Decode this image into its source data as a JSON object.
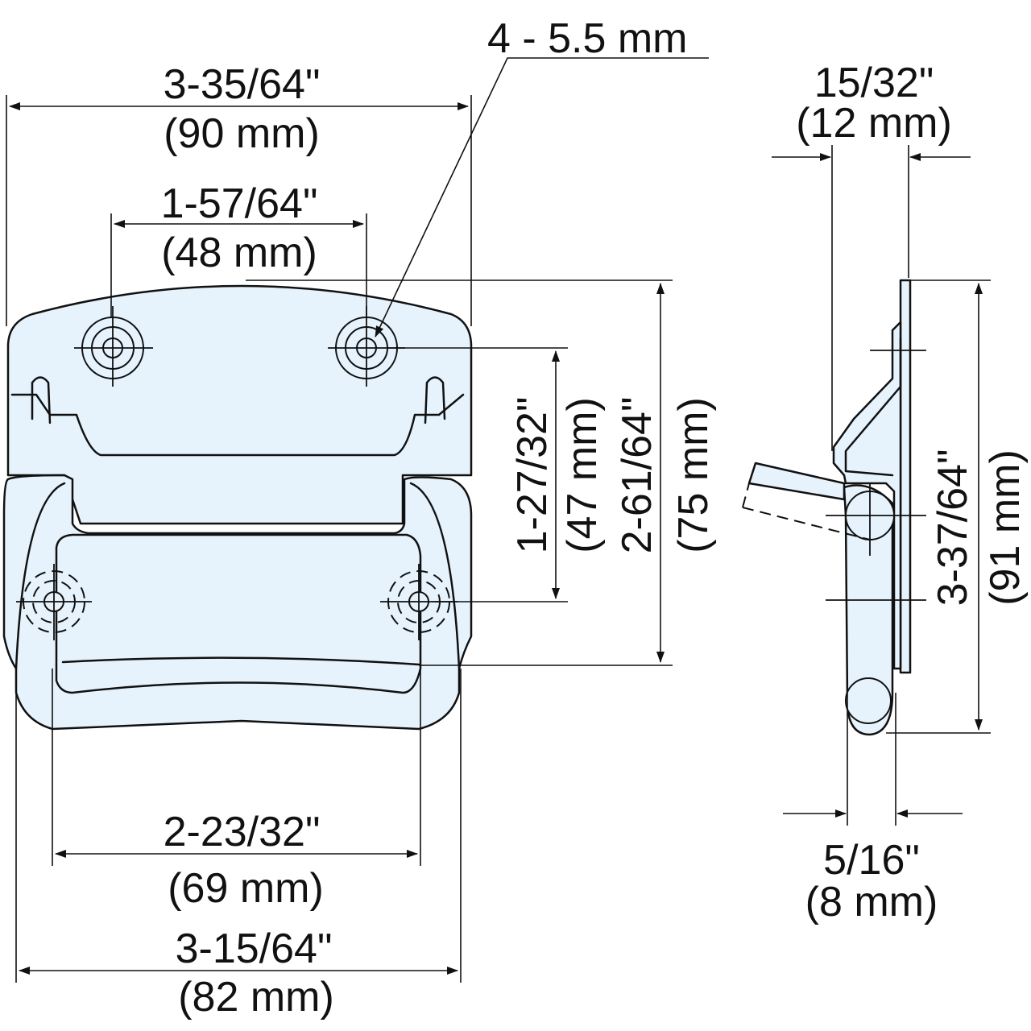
{
  "dimensions": {
    "hole_callout": "4 - 5.5 mm",
    "overall_width_in": "3-35/64\"",
    "overall_width_mm": "(90 mm)",
    "top_hole_spacing_in": "1-57/64\"",
    "top_hole_spacing_mm": "(48 mm)",
    "vertical_hole_spacing_in": "1-27/32\"",
    "vertical_hole_spacing_mm": "(47 mm)",
    "plate_height_in": "2-61/64\"",
    "plate_height_mm": "(75 mm)",
    "side_depth_in": "15/32\"",
    "side_depth_mm": "(12 mm)",
    "side_height_in": "3-37/64\"",
    "side_height_mm": "(91 mm)",
    "handle_inner_width_in": "2-23/32\"",
    "handle_inner_width_mm": "(69 mm)",
    "handle_outer_width_in": "3-15/64\"",
    "handle_outer_width_mm": "(82 mm)",
    "wire_diameter_in": "5/16\"",
    "wire_diameter_mm": "(8 mm)"
  }
}
